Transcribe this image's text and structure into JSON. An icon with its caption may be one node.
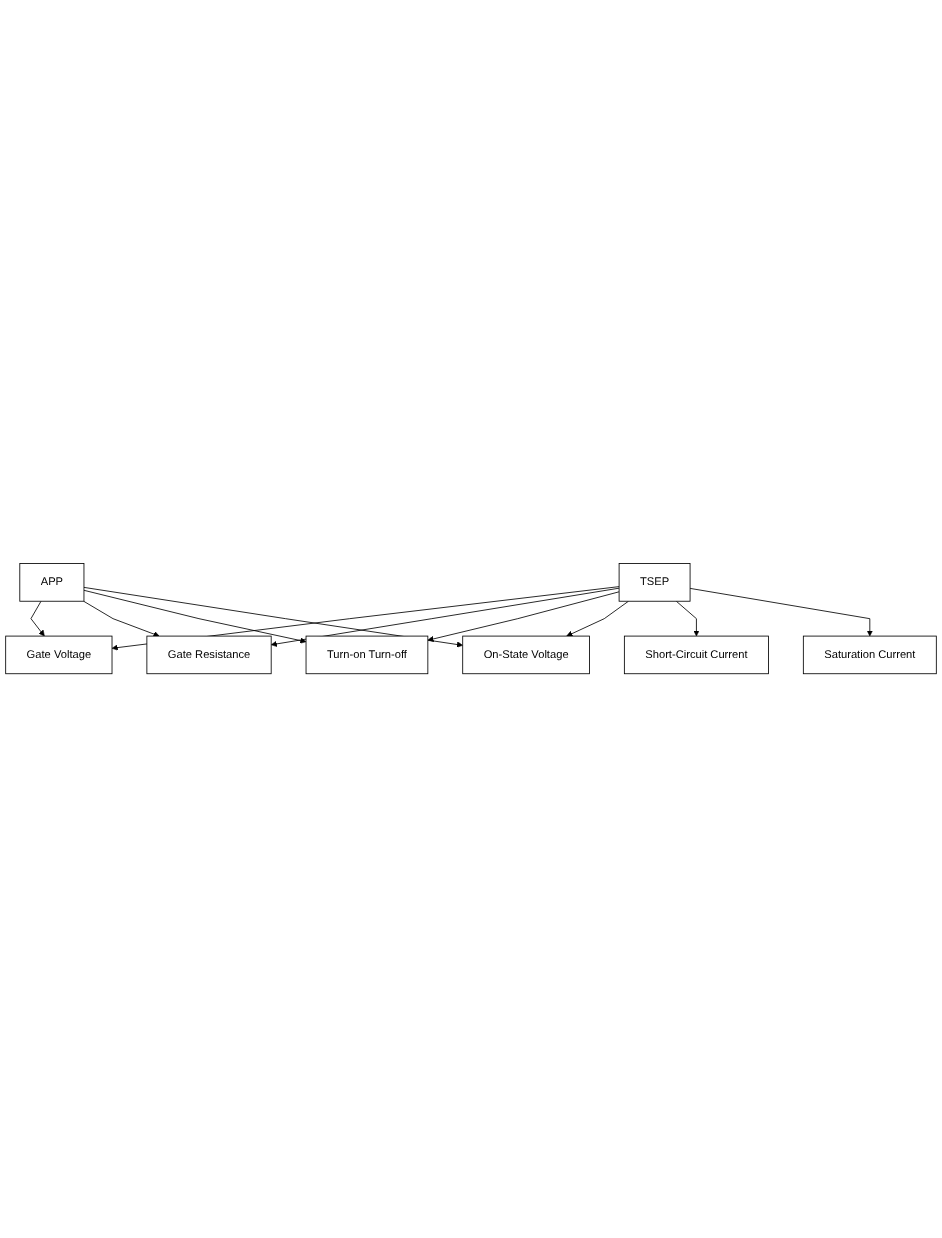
{
  "diagram": {
    "nodes": [
      {
        "text": [
          "TSEP"
        ]
      },
      {
        "text": [
          "APP"
        ]
      },
      {
        "text": [
          "Gate Voltage"
        ]
      },
      {
        "text": [
          "Gate Resistance"
        ]
      },
      {
        "text": [
          "Turn-on Turn-off"
        ]
      },
      {
        "text": [
          "On-State Voltage"
        ]
      },
      {
        "text": [
          "Short-Circuit Current"
        ]
      },
      {
        "text": [
          "Saturation Current"
        ]
      }
    ],
    "edges": [
      {
        "from": 0,
        "to": 2,
        "arrow": "to"
      },
      {
        "from": 0,
        "to": 3,
        "arrow": "to"
      },
      {
        "from": 0,
        "to": 4,
        "arrow": "to"
      },
      {
        "from": 0,
        "to": 5,
        "arrow": "to"
      },
      {
        "from": 0,
        "to": 6,
        "arrow": "to"
      },
      {
        "from": 0,
        "to": 7,
        "arrow": "to"
      },
      {
        "from": 1,
        "to": 2,
        "arrow": "to"
      },
      {
        "from": 1,
        "to": 3,
        "arrow": "to"
      },
      {
        "from": 1,
        "to": 4,
        "arrow": "to"
      },
      {
        "from": 1,
        "to": 5,
        "arrow": "to"
      }
    ]
  }
}
